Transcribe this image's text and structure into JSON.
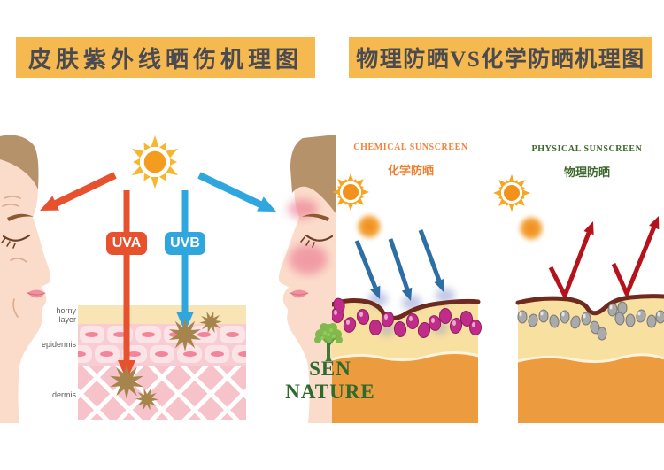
{
  "titles": {
    "left": "皮肤紫外线晒伤机理图",
    "right": "物理防晒VS化学防晒机理图"
  },
  "uv_diagram": {
    "uva_label": "UVA",
    "uvb_label": "UVB",
    "skin_layers": {
      "horny": "horny layer",
      "epidermis": "epidermis",
      "dermis": "dermis"
    }
  },
  "sunscreen_comparison": {
    "chemical": {
      "title": "CHEMICAL SUNSCREEN",
      "subtitle": "化学防晒"
    },
    "physical": {
      "title": "PHYSICAL SUNSCREEN",
      "subtitle": "物理防晒"
    }
  },
  "logo": {
    "text": "SEN NATURE"
  },
  "colors": {
    "title_bar_bg": "#f6b94f",
    "title_text": "#4a4a52",
    "uva_red": "#e8512d",
    "uvb_blue": "#2fa7de",
    "chemical_label_orange": "#f4823e",
    "physical_label_green": "#3e682e",
    "chemical_arrow_blue": "#2d6ea5",
    "physical_arrow_red": "#b5121b",
    "skin_surface_maroon": "#6e2a1e",
    "sunscreen_particle_magenta": "#c12c8a",
    "sunscreen_particle_gray": "#aaaaaa",
    "sun_orange": "#f49c1e",
    "damage_burst_brown": "#a6854c",
    "logo_green": "#2f6930"
  }
}
